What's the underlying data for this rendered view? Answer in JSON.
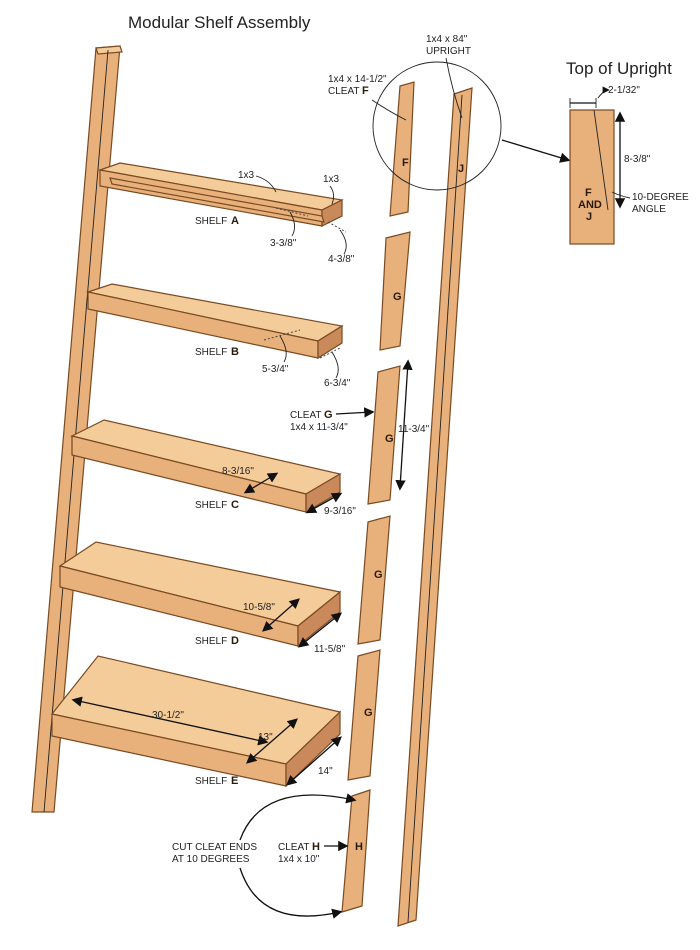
{
  "title": "Modular Shelf Assembly",
  "detail_title": "Top of Upright",
  "shelves": [
    {
      "prefix": "SHELF",
      "letter": "A",
      "inner": "3-3/8\"",
      "outer": "4-3/8\"",
      "board_top": "1x3",
      "board_end": "1x3"
    },
    {
      "prefix": "SHELF",
      "letter": "B",
      "inner": "5-3/4\"",
      "outer": "6-3/4\""
    },
    {
      "prefix": "SHELF",
      "letter": "C",
      "inner": "8-3/16\"",
      "outer": "9-3/16\""
    },
    {
      "prefix": "SHELF",
      "letter": "D",
      "inner": "10-5/8\"",
      "outer": "11-5/8\""
    },
    {
      "prefix": "SHELF",
      "letter": "E",
      "inner": "13\"",
      "outer": "14\"",
      "length": "30-1/2\""
    }
  ],
  "cleats": {
    "F": {
      "line1": "1x4 x 14-1/2\"",
      "line2_prefix": "CLEAT",
      "letter": "F"
    },
    "G": {
      "line1_prefix": "CLEAT",
      "letter": "G",
      "line2": "1x4 x 11-3/4\"",
      "height": "11-3/4\""
    },
    "H": {
      "line1_prefix": "CLEAT",
      "letter": "H",
      "line2": "1x4 x 10\""
    },
    "cut_note": [
      "CUT CLEAT ENDS",
      "AT 10 DEGREES"
    ]
  },
  "upright": {
    "line1": "1x4 x 84\"",
    "line2": "UPRIGHT",
    "letter": "J"
  },
  "detail": {
    "width": "2-1/32\"",
    "height": "8-3/8\"",
    "angle": [
      "10-DEGREE",
      "ANGLE"
    ],
    "parts": [
      "F",
      "AND",
      "J"
    ]
  },
  "part_letters": {
    "F": "F",
    "G": "G",
    "H": "H",
    "J": "J"
  },
  "colors": {
    "wood": "#e8b07a",
    "wood_light": "#f4cc99",
    "wood_dark": "#c9895a",
    "outline": "#7a4a22"
  }
}
